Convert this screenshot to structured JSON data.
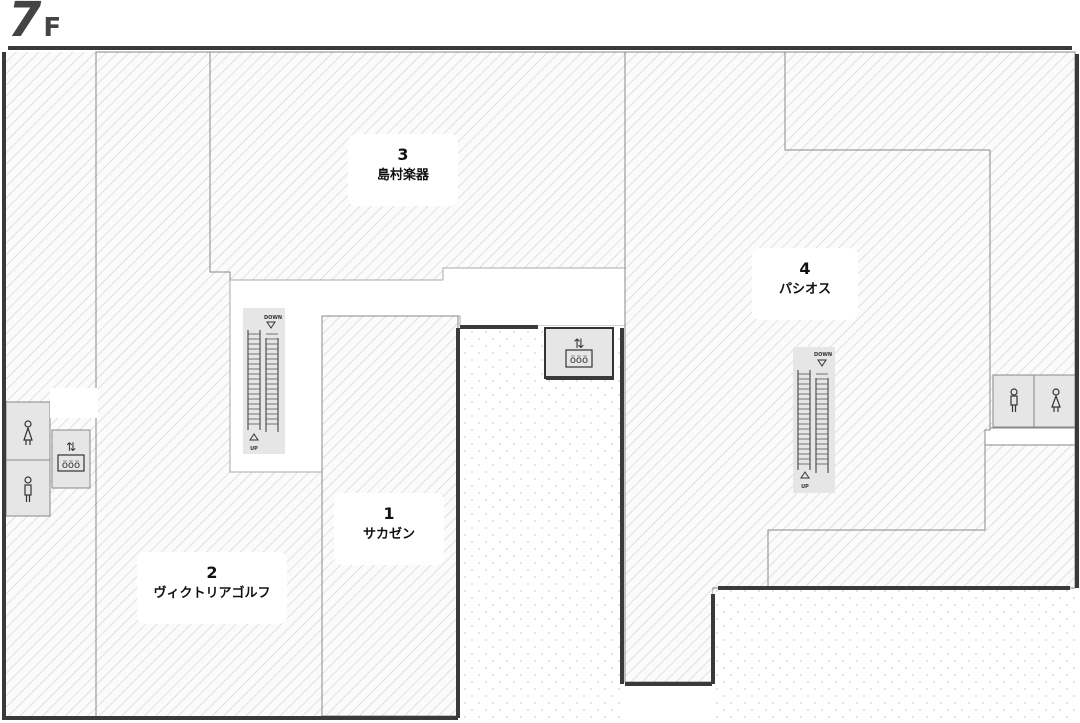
{
  "floor": {
    "number": "7",
    "letter": "F"
  },
  "shops": [
    {
      "id": "1",
      "name": "サカゼン"
    },
    {
      "id": "2",
      "name": "ヴィクトリアゴルフ"
    },
    {
      "id": "3",
      "name": "島村楽器"
    },
    {
      "id": "4",
      "name": "パシオス"
    }
  ],
  "escalator": {
    "down_label": "DOWN",
    "up_label": "UP"
  },
  "icons": [
    "restroom-female-icon",
    "restroom-male-icon",
    "elevator-icon",
    "escalator-icon"
  ],
  "colors": {
    "wall": "#3a3a3a",
    "hatch": "#c8c8c8",
    "dots": "#d8d8d8",
    "room": "#f4f4f4",
    "label_bg": "#ffffff"
  }
}
